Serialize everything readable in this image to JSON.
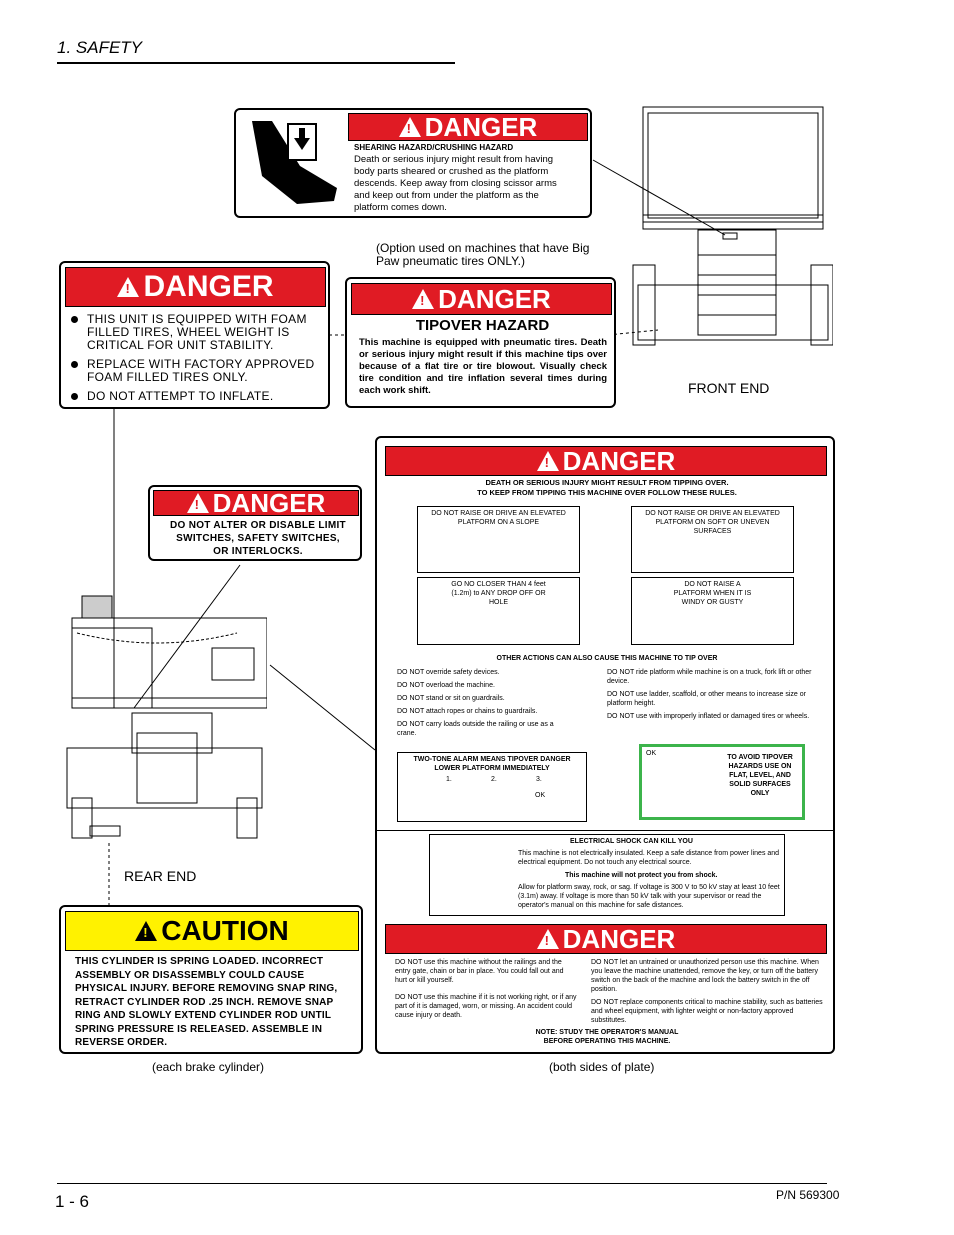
{
  "page": {
    "section_title": "1. SAFETY",
    "page_number": "1 - 6",
    "part_number": "P/N 569300"
  },
  "colors": {
    "danger_red": "#e01b24",
    "caution_yellow": "#fff200",
    "highlight_green": "#3cb44b"
  },
  "shear_decal": {
    "header": "DANGER",
    "title": "SHEARING HAZARD/CRUSHING HAZARD",
    "body": "Death or serious injury might result from having body parts sheared or crushed as the platform descends. Keep away from closing scissor arms and keep out from under the platform as the platform comes down.",
    "icon": "hand-crush-icon"
  },
  "option_note": "(Option used on machines that have Big Paw pneumatic tires ONLY.)",
  "foam_decal": {
    "header": "DANGER",
    "bullets": [
      "THIS UNIT IS EQUIPPED WITH FOAM FILLED TIRES, WHEEL WEIGHT IS CRITICAL FOR UNIT STABILITY.",
      "REPLACE WITH FACTORY APPROVED FOAM FILLED TIRES ONLY.",
      "DO NOT ATTEMPT TO INFLATE."
    ]
  },
  "tipover_decal": {
    "header": "DANGER",
    "title": "TIPOVER HAZARD",
    "body": "This machine is equipped with pneumatic tires. Death or serious injury might result if this machine tips over because of a flat tire or tire blowout. Visually check tire condition and tire inflation several times during each work shift."
  },
  "front_label": "FRONT END",
  "rear_label": "REAR END",
  "limit_decal": {
    "header": "DANGER",
    "body": "DO NOT ALTER OR DISABLE LIMIT SWITCHES, SAFETY SWITCHES, OR INTERLOCKS."
  },
  "caution_decal": {
    "header": "CAUTION",
    "body": "THIS CYLINDER IS SPRING LOADED. INCORRECT ASSEMBLY OR DISASSEMBLY COULD CAUSE PHYSICAL INJURY. BEFORE REMOVING SNAP RING, RETRACT CYLINDER ROD .25 INCH. REMOVE SNAP RING AND SLOWLY EXTEND CYLINDER ROD UNTIL SPRING PRESSURE IS RELEASED. ASSEMBLE IN REVERSE ORDER."
  },
  "each_brake": "(each brake cylinder)",
  "both_sides": "(both sides of plate)",
  "big_decal": {
    "header": "DANGER",
    "intro1": "DEATH OR SERIOUS INJURY MIGHT RESULT FROM TIPPING OVER.",
    "intro2": "TO KEEP FROM TIPPING THIS MACHINE OVER FOLLOW THESE RULES.",
    "rules": [
      "DO NOT RAISE OR DRIVE AN ELEVATED PLATFORM ON A SLOPE",
      "DO NOT RAISE OR DRIVE AN ELEVATED PLATFORM ON SOFT OR UNEVEN SURFACES",
      "GO NO CLOSER THAN 4 feet (1.2m) to ANY DROP OFF OR HOLE",
      "DO NOT RAISE A PLATFORM WHEN IT IS WINDY OR GUSTY"
    ],
    "other_title": "OTHER ACTIONS CAN ALSO CAUSE THIS MACHINE TO TIP OVER",
    "other_left": [
      "DO NOT override safety devices.",
      "DO NOT overload the machine.",
      "DO NOT stand or sit on guardrails.",
      "DO NOT attach ropes or chains to guardrails.",
      "DO NOT carry loads outside the railing or use as a crane."
    ],
    "other_right": [
      "DO NOT ride platform while machine is on a truck, fork lift or other device.",
      "DO NOT use ladder, scaffold, or other means to increase size or platform height.",
      "DO NOT use with improperly inflated or damaged tires or wheels."
    ],
    "alarm_title": "TWO-TONE ALARM MEANS TIPOVER DANGER LOWER PLATFORM IMMEDIATELY",
    "alarm_steps": [
      "1.",
      "2.",
      "3."
    ],
    "alarm_ok": "OK",
    "avoid_ok": "OK",
    "avoid_text": "TO AVOID TIPOVER HAZARDS USE ON FLAT, LEVEL, AND SOLID SURFACES ONLY",
    "elec_title": "ELECTRICAL SHOCK CAN KILL YOU",
    "elec_p1": "This machine is not electrically insulated. Keep a safe distance from power lines and electrical equipment. Do not touch any electrical source.",
    "elec_p2": "This machine will not protect you from shock.",
    "elec_p3": "Allow for platform sway, rock, or sag. If voltage is 300 V to 50 kV stay at least 10 feet (3.1m) away. If voltage is more than 50 kV talk with your supervisor or read the operator's manual on this machine for safe distances.",
    "header2": "DANGER",
    "bottom_left": [
      "DO NOT use this machine without the railings and the entry gate, chain or bar in place. You could fall out and hurt or kill yourself.",
      "DO NOT use this machine if it is not working right, or if any part of it is damaged, worn, or missing. An accident could cause injury or death."
    ],
    "bottom_right": [
      "DO NOT let an untrained or unauthorized person use this machine. When you leave the machine unattended, remove the key, or turn off the battery switch on the back of the machine and lock the battery switch in the off position.",
      "DO NOT replace components critical to machine stability, such as batteries and wheel equipment, with lighter weight or non-factory approved substitutes."
    ],
    "note1": "NOTE: STUDY THE OPERATOR'S MANUAL",
    "note2": "BEFORE OPERATING THIS MACHINE."
  }
}
